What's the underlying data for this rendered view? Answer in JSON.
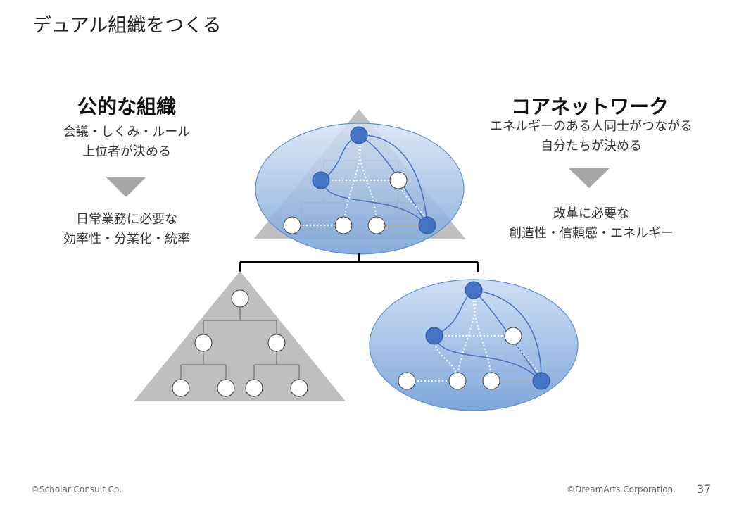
{
  "page": {
    "title": "デュアル組織をつくる"
  },
  "left": {
    "heading": "公的な組織",
    "desc_top": [
      "会議・しくみ・ルール",
      "上位者が決める"
    ],
    "desc_bottom": [
      "日常業務に必要な",
      "効率性・分業化・統率"
    ]
  },
  "right": {
    "heading": "コアネットワーク",
    "desc_top": [
      "エネルギーのある人同士がつながる",
      "自分たちが決める"
    ],
    "desc_bottom": [
      "改革に必要な",
      "創造性・信頼感・エネルギー"
    ]
  },
  "footer": {
    "left": "©Scholar Consult Co.",
    "right": "©DreamArts Corporation.",
    "page_number": "37"
  },
  "colors": {
    "triangle_gray": "#bfbfbf",
    "triangle_line": "#808080",
    "ellipse_blue": "#8fb2de",
    "node_blue": "#4472c4",
    "arrow_gray": "#a6a6a6",
    "connector_black": "#000000",
    "orange_link": "#d9a05b"
  }
}
